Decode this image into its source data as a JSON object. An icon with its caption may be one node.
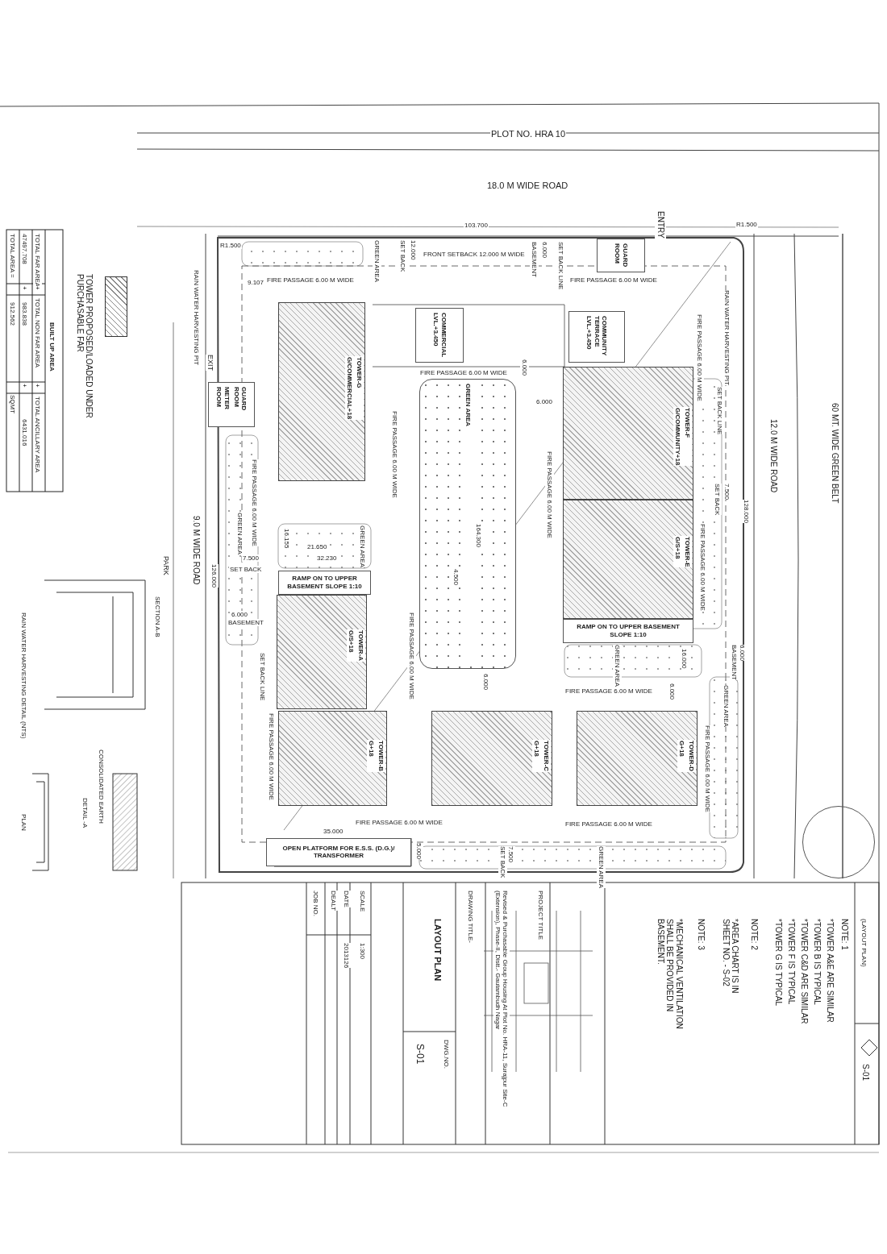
{
  "diagram": {
    "nodes": [
      {
        "text": [
          "TOWER-G",
          "G/COMMERCIAL+18"
        ]
      },
      {
        "text": [
          "TOWER-F",
          "G/COMMUNITY+18"
        ]
      },
      {
        "text": [
          "TOWER-E",
          "G/S+18"
        ]
      },
      {
        "text": [
          "TOWER-A",
          "G/S+18"
        ]
      },
      {
        "text": [
          "TOWER-B",
          "G+18"
        ]
      },
      {
        "text": [
          "TOWER-C",
          "G+18"
        ]
      },
      {
        "text": [
          "TOWER-D",
          "G+18"
        ]
      },
      {
        "text": [
          "COMMERCIAL LVL.+3.450"
        ]
      },
      {
        "text": [
          "COMMUNITY TERRACE LVL.+3.450"
        ]
      },
      {
        "text": [
          "GUARD ROOM"
        ]
      },
      {
        "text": [
          "GUARD ROOM",
          "METER ROOM"
        ]
      },
      {
        "text": [
          "RAMP ON TO UPPER BASEMENT SLOPE 1:10"
        ]
      },
      {
        "text": [
          "RAMP ON TO UPPER BASEMENT SLOPE 1:10"
        ]
      },
      {
        "text": [
          "OPEN PLATFORM FOR E.S.S. (D.G.)/ TRANSFORMER"
        ]
      },
      {
        "text": [
          "GREEN AREA"
        ]
      },
      {
        "text": [],
        "shape": "circle"
      }
    ],
    "edges": [],
    "labels": [
      "PLOT NO. HRA 10",
      "18.0 M WIDE ROAD",
      "103.700",
      "ENTRY",
      "FRONT SETBACK 12.000 M WIDE",
      "6.000",
      "BASEMENT",
      "SET BACK LINE",
      "GREEN AREA",
      "12.000",
      "SET BACK",
      "R1.500",
      "FIRE PASSAGE 6.00 M WIDE",
      "FIRE PASSAGE 6.00 M WIDE",
      "RAIN WATER HARVESTING PIT",
      "FIRE PASSAGE 6.00 M WIDE",
      "SET BACK LINE",
      "FIRE PASSAGE 6.00 M WIDE",
      "6.000",
      "6.000",
      "FIRE PASSAGE 6.00 M WIDE",
      "FIRE PASSAGE 6.00 M WIDE",
      "FIRE PASSAGE 6.00 M WIDE",
      "7.500",
      "SET BACK",
      "128.000",
      "BASEMENT",
      "6.000",
      "GREEN AREA",
      "16.000",
      "FIRE PASSAGE 6.00 M WIDE",
      "6.000",
      "6.000",
      "GREEN AREA",
      "FIRE PASSAGE 6.00 M WIDE",
      "FIRE PASSAGE 6.00 M WIDE",
      "164.300",
      "4.500",
      "21.650",
      "32.230",
      "16.155",
      "GREEN AREA",
      "SET BACK LINE",
      "FIRE PASSAGE 6.00 M WIDE",
      "FIRE PASSAGE 6.00 M WIDE",
      "FIRE PASSAGE 6.00 M WIDE",
      "35.000",
      "5.000",
      "7.500",
      "SET BACK",
      "GREEN AREA",
      "FIRE PASSAGE 6.00 M WIDE",
      "GREEN AREA",
      "7.500",
      "SET BACK",
      "126.000",
      "6.000",
      "BASEMENT",
      "RAIN WATER HARVESTING PIT",
      "R1.500",
      "9.107",
      "EXIT",
      "9.0 M WIDE ROAD",
      "PARK",
      "12.0 M WIDE ROAD",
      "60 MT. WIDE GREEN BELT",
      "BUILT UP AREA",
      "TOTAL FAR AREA",
      "+",
      "TOTAL NON FAR AREA",
      "+",
      "TOTAL ANCILLARY AREA",
      "47497.708",
      "+",
      "983.838",
      "+",
      "6431.016",
      "TOTAL AREA =",
      "912.562",
      "SQMT",
      "SECTION A-B",
      "RAIN WATER HARVESTING DETAIL (NTS)",
      "CONSOLIDATED EARTH",
      "DETAIL -A",
      "PLAN",
      "PROJECT TITLE",
      "Revised & Purchasable Group Housing At Plot No. HRA-11, Surajpur Site-C (Extension), Phase-II, Distt.- Gautambudh Nagar",
      "DRAWING TITLE-",
      "LAYOUT PLAN",
      "DWG.NO.",
      "S-01",
      "SCALE",
      "1:300",
      "DATE",
      "2013126",
      "DEALT",
      "JOB NO.",
      "(LAYOUT PLAN)",
      "S-01",
      "NOTE: 1",
      "*TOWER A&E ARE SIMILAR",
      "*TOWER B IS TYPICAL",
      "*TOWER C&D ARE SIMILAR",
      "*TOWER F IS TYPICAL",
      "*TOWER G IS TYPICAL",
      "NOTE: 2",
      "*AREA CHART IS IN SHEET NO. - S-02",
      "NOTE: 3",
      "*MECHANICAL VENTILATION SHALL BE PROVIDED IN BASEMENT."
    ],
    "legend": [
      {
        "text": "TOWER PROPOSED/LOADED UNDER PURCHASABLE FAR"
      }
    ]
  }
}
